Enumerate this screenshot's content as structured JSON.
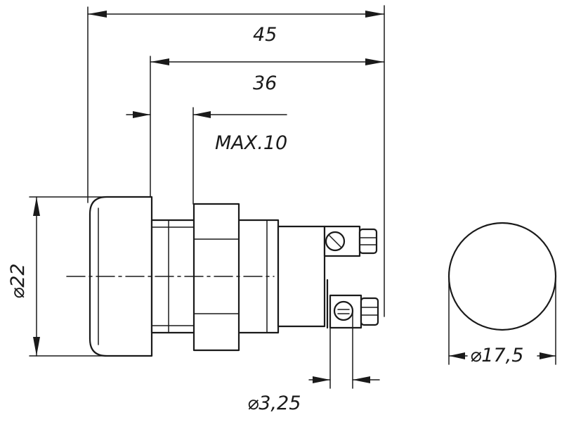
{
  "dimensions": {
    "overall_length": "45",
    "body_length": "36",
    "panel_thickness_max": "MAX.10",
    "head_diameter": "⌀22",
    "terminal_hole_diameter": "⌀3,25",
    "front_view_diameter": "⌀17,5"
  },
  "colors": {
    "line": "#1a1a1a",
    "background": "#ffffff"
  }
}
